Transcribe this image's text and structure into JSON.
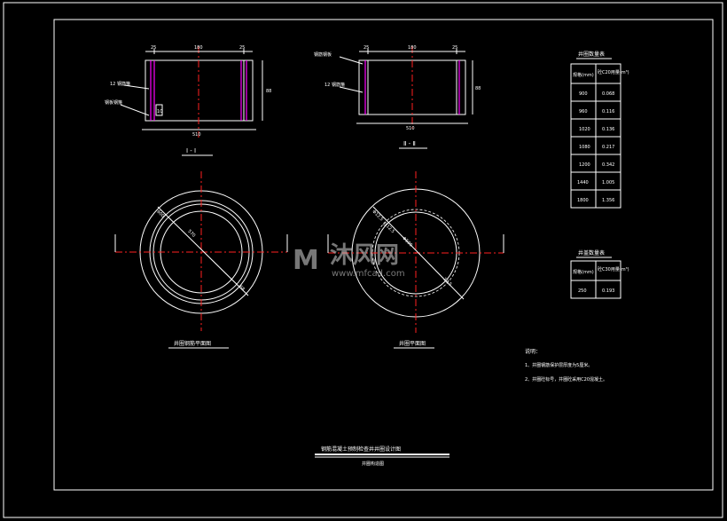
{
  "section_1": {
    "label": "Ⅰ - Ⅰ",
    "dim_top": [
      "25",
      "180",
      "25"
    ],
    "dim_bottom": "510",
    "dim_right": "88",
    "dim_inner": "10",
    "callouts": [
      "12 钢筋箍",
      "钢板钢箍"
    ]
  },
  "section_2": {
    "label": "Ⅱ - Ⅱ",
    "dim_top": [
      "25",
      "180",
      "25"
    ],
    "dim_bottom": "510",
    "dim_right": "88",
    "callouts": [
      "钢筋钢板",
      "12 钢筋箍"
    ]
  },
  "plan_1": {
    "label": "井圈钢筋平面图",
    "dim_a": "600",
    "dim_b": "570",
    "dim_c": "68"
  },
  "plan_2": {
    "label": "井圈平面图",
    "dims": [
      "Φ12.5",
      "@12.5",
      "Φ500",
      "12.5"
    ]
  },
  "table_1": {
    "title": "井圈数量表",
    "headers": [
      "规格(mm)",
      "砼C20用量(m³)"
    ],
    "rows": [
      [
        "900",
        "0.068"
      ],
      [
        "960",
        "0.116"
      ],
      [
        "1020",
        "0.136"
      ],
      [
        "1080",
        "0.217"
      ],
      [
        "1200",
        "0.342"
      ],
      [
        "1440",
        "1.005"
      ],
      [
        "1800",
        "1.356"
      ]
    ]
  },
  "table_2": {
    "title": "井盖数量表",
    "headers": [
      "规格(mm)",
      "砼C30用量(m³)"
    ],
    "rows": [
      [
        "250",
        "0.193"
      ]
    ]
  },
  "notes": {
    "title": "说明：",
    "items": [
      "1、井圈钢筋保护层厚度为5厘米。",
      "2、井圈砼标号，井圈砼采用C20混凝土。"
    ]
  },
  "title_block": {
    "title": "钢筋混凝土预制检查井井圈设计图",
    "subtitle": "井圈构造图"
  },
  "watermark": {
    "brand": "沐风网",
    "url": "www.mfcad.com"
  },
  "colors": {
    "background": "#000000",
    "line": "#ffffff",
    "center_line": "#ff2020",
    "rebar": "#ff00ff"
  }
}
